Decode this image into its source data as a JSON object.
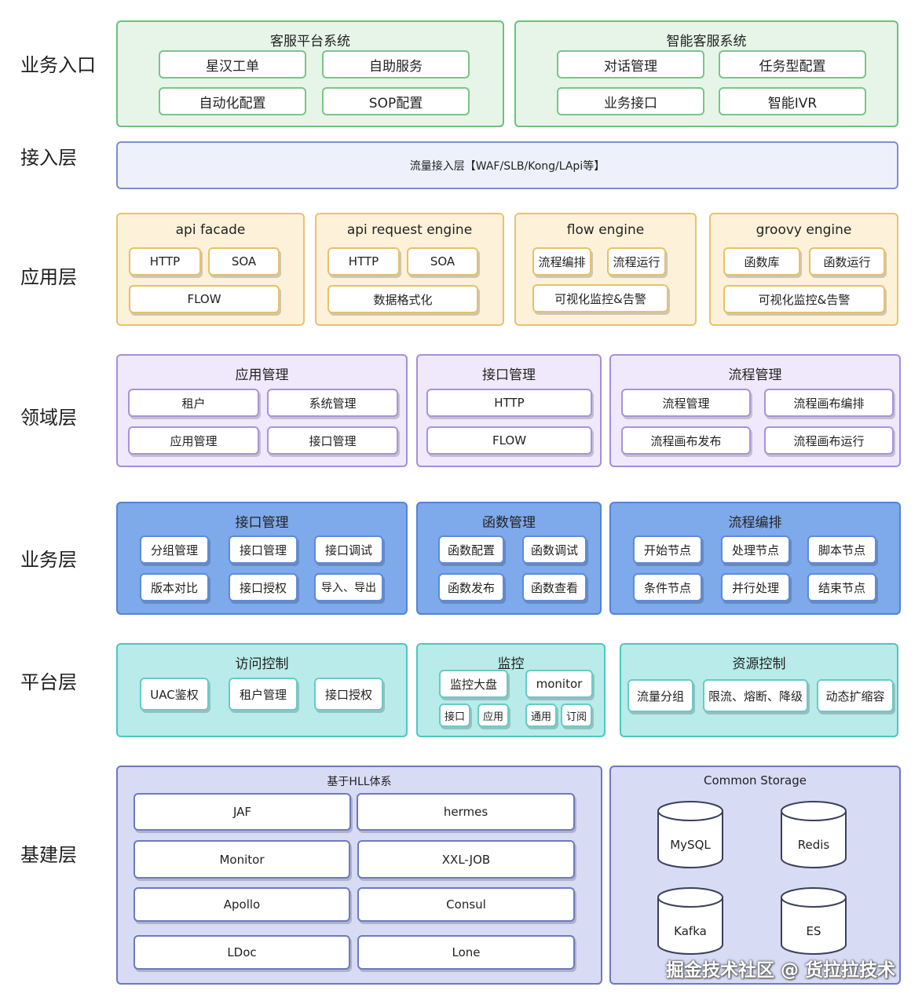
{
  "layers": {
    "business_entry": "业务入口",
    "access": "接入层",
    "application": "应用层",
    "domain": "领域层",
    "business": "业务层",
    "platform": "平台层",
    "infrastructure": "基建层"
  },
  "entry": {
    "cs_platform": {
      "title": "客服平台系统",
      "items": [
        "星汉工单",
        "自助服务",
        "自动化配置",
        "SOP配置"
      ]
    },
    "smart_cs": {
      "title": "智能客服系统",
      "items": [
        "对话管理",
        "任务型配置",
        "业务接口",
        "智能IVR"
      ]
    }
  },
  "access_layer": {
    "text": "流量接入层【WAF/SLB/Kong/LApi等】"
  },
  "app": {
    "api_facade": {
      "title": "api  facade",
      "items": [
        "HTTP",
        "SOA",
        "FLOW"
      ]
    },
    "api_request_engine": {
      "title": "api  request engine",
      "items": [
        "HTTP",
        "SOA",
        "数据格式化"
      ]
    },
    "flow_engine": {
      "title": "flow engine",
      "items": [
        "流程编排",
        "流程运行",
        "可视化监控&告警"
      ]
    },
    "groovy_engine": {
      "title": "groovy engine",
      "items": [
        "函数库",
        "函数运行",
        "可视化监控&告警"
      ]
    }
  },
  "domain": {
    "app_mgmt": {
      "title": "应用管理",
      "items": [
        "租户",
        "系统管理",
        "应用管理",
        "接口管理"
      ]
    },
    "api_mgmt": {
      "title": "接口管理",
      "items": [
        "HTTP",
        "FLOW"
      ]
    },
    "flow_mgmt": {
      "title": "流程管理",
      "items": [
        "流程管理",
        "流程画布编排",
        "流程画布发布",
        "流程画布运行"
      ]
    }
  },
  "business": {
    "api_mgmt": {
      "title": "接口管理",
      "items": [
        "分组管理",
        "接口管理",
        "接口调试",
        "版本对比",
        "接口授权",
        "导入、导出"
      ]
    },
    "func_mgmt": {
      "title": "函数管理",
      "items": [
        "函数配置",
        "函数调试",
        "函数发布",
        "函数查看"
      ]
    },
    "flow_orch": {
      "title": "流程编排",
      "items": [
        "开始节点",
        "处理节点",
        "脚本节点",
        "条件节点",
        "并行处理",
        "结束节点"
      ]
    }
  },
  "platform": {
    "access_ctrl": {
      "title": "访问控制",
      "items": [
        "UAC鉴权",
        "租户管理",
        "接口授权"
      ]
    },
    "monitor": {
      "title": "监控",
      "items": [
        "监控大盘",
        "monitor",
        "接口",
        "应用",
        "通用",
        "订阅"
      ]
    },
    "resource_ctrl": {
      "title": "资源控制",
      "items": [
        "流量分组",
        "限流、熔断、降级",
        "动态扩缩容"
      ]
    }
  },
  "infra": {
    "hll": {
      "title": "基于HLL体系",
      "items": [
        "JAF",
        "hermes",
        "Monitor",
        "XXL-JOB",
        "Apollo",
        "Consul",
        "LDoc",
        "Lone"
      ]
    },
    "storage": {
      "title": "Common Storage",
      "items": [
        "MySQL",
        "Redis",
        "Kafka",
        "ES"
      ]
    }
  },
  "watermark": "掘金技术社区 @ 货拉拉技术",
  "colors": {
    "entry_bg": "#e6f5e8",
    "access_bg": "#eef0fb",
    "app_bg": "#fdf2d9",
    "domain_bg": "#efe9fb",
    "business_bg": "#7ea9ea",
    "platform_bg": "#b8ebe9",
    "infra_bg": "#d7dbf4"
  }
}
